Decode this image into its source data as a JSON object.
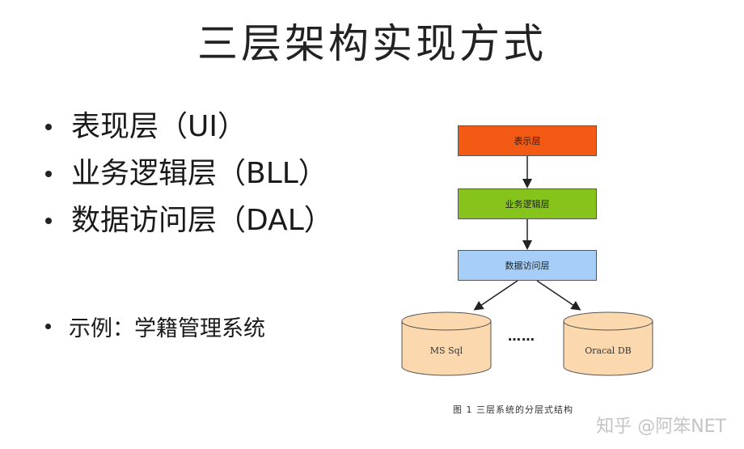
{
  "slide": {
    "title": "三层架构实现方式",
    "bullets": [
      "表现层（UI）",
      "业务逻辑层（BLL）",
      "数据访问层（DAL）"
    ],
    "example": "示例：学籍管理系统"
  },
  "diagram": {
    "layers": [
      {
        "label": "表示层",
        "color": "#f35b14"
      },
      {
        "label": "业务逻辑层",
        "color": "#86c41c"
      },
      {
        "label": "数据访问层",
        "color": "#a6cef6"
      }
    ],
    "databases": [
      {
        "label": "MS Sql",
        "color": "#fbd8ae"
      },
      {
        "label": "Oracal DB",
        "color": "#fbd8ae"
      }
    ],
    "ellipsis": "……",
    "caption": "图 1  三层系统的分层式结构"
  },
  "watermark": "知乎 @阿笨NET"
}
